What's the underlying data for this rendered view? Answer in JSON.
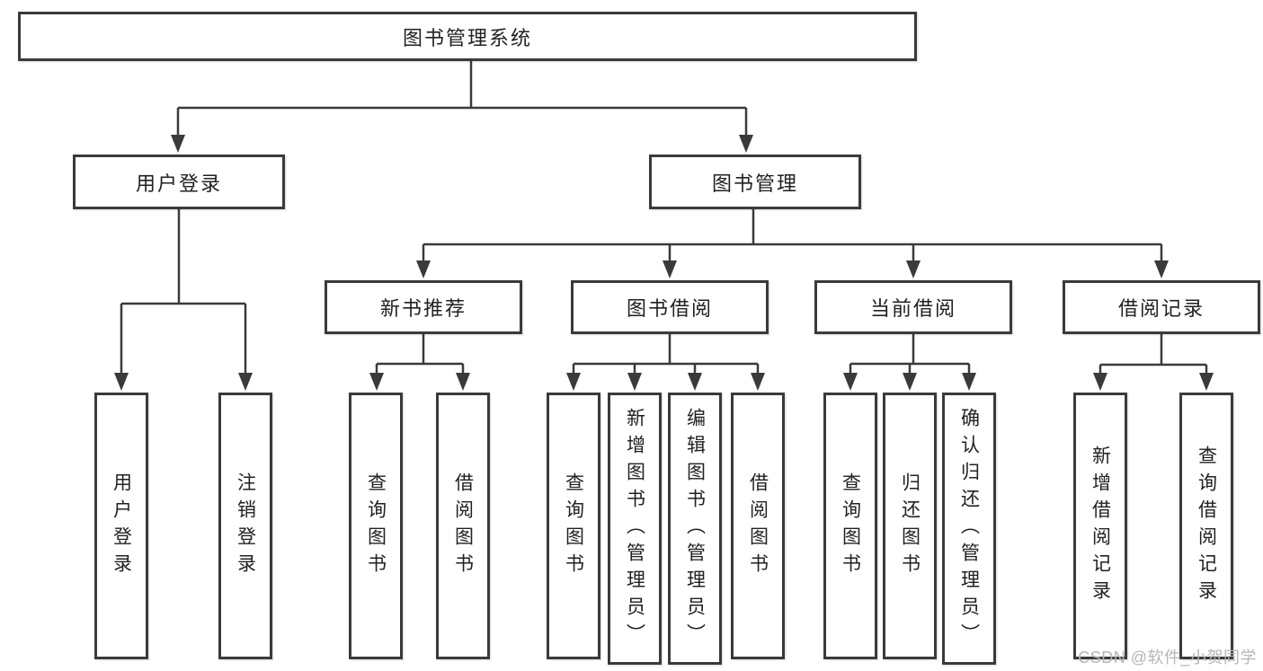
{
  "tree": {
    "root": {
      "label": "图书管理系统"
    },
    "level1": [
      {
        "label": "用户登录",
        "leaves": [
          {
            "label": "用户登录"
          },
          {
            "label": "注销登录"
          }
        ]
      },
      {
        "label": "图书管理",
        "sections": [
          {
            "label": "新书推荐",
            "leaves": [
              {
                "label": "查询图书"
              },
              {
                "label": "借阅图书"
              }
            ]
          },
          {
            "label": "图书借阅",
            "leaves": [
              {
                "label": "查询图书"
              },
              {
                "label": "新增图书（管理员）"
              },
              {
                "label": "编辑图书（管理员）"
              },
              {
                "label": "借阅图书"
              }
            ]
          },
          {
            "label": "当前借阅",
            "leaves": [
              {
                "label": "查询图书"
              },
              {
                "label": "归还图书"
              },
              {
                "label": "确认归还（管理员）"
              }
            ]
          },
          {
            "label": "借阅记录",
            "leaves": [
              {
                "label": "新增借阅记录"
              },
              {
                "label": "查询借阅记录"
              }
            ]
          }
        ]
      }
    ]
  },
  "watermark": {
    "text": "CSDN @软件_小贺同学"
  },
  "colors": {
    "line": "#3a3a3a",
    "box_border": "#3a3a3a",
    "box_fill": "#ffffff",
    "text": "#212121",
    "watermark": "#b5b5b5",
    "background": "#ffffff"
  }
}
